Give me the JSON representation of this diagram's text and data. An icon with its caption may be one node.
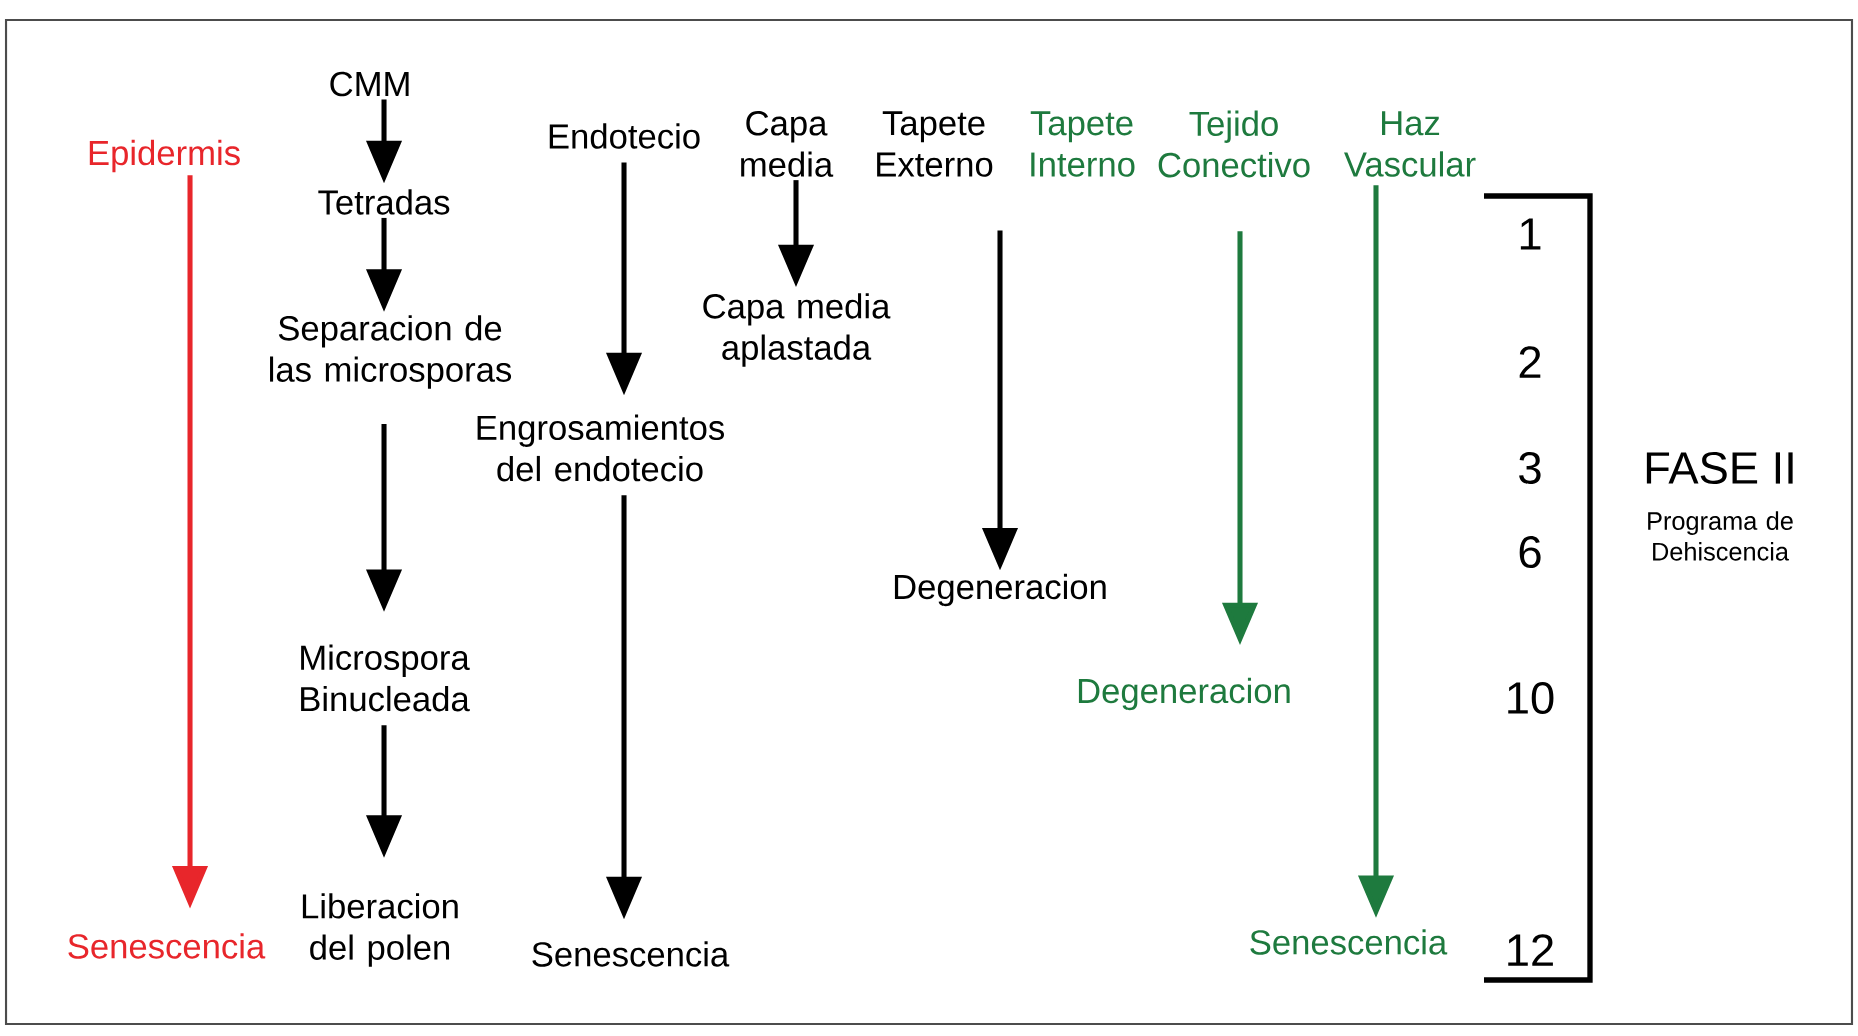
{
  "diagram": {
    "nodes": [
      {
        "text": [
          "Epidermis"
        ]
      },
      {
        "text": [
          "Senescencia"
        ]
      },
      {
        "text": [
          "CMM"
        ]
      },
      {
        "text": [
          "Tetradas"
        ]
      },
      {
        "text": [
          "Separacion de las microsporas"
        ]
      },
      {
        "text": [
          "Microspora Binucleada"
        ]
      },
      {
        "text": [
          "Liberacion del polen"
        ]
      },
      {
        "text": [
          "Endotecio"
        ]
      },
      {
        "text": [
          "Engrosamientos del endotecio"
        ]
      },
      {
        "text": [
          "Senescencia"
        ]
      },
      {
        "text": [
          "Capa media"
        ]
      },
      {
        "text": [
          "Capa media aplastada"
        ]
      },
      {
        "text": [
          "Tapete Externo"
        ]
      },
      {
        "text": [
          "Tapete Interno"
        ]
      },
      {
        "text": [
          "Degeneracion"
        ]
      },
      {
        "text": [
          "Tejido Conectivo"
        ]
      },
      {
        "text": [
          "Degeneracion"
        ]
      },
      {
        "text": [
          "Haz Vascular"
        ]
      },
      {
        "text": [
          "Senescencia"
        ]
      }
    ],
    "edges": [
      {
        "from": 0,
        "to": 1,
        "arrow": "to",
        "color": "#e8262b"
      },
      {
        "from": 2,
        "to": 3,
        "arrow": "to"
      },
      {
        "from": 3,
        "to": 4,
        "arrow": "to"
      },
      {
        "from": 4,
        "to": 5,
        "arrow": "to"
      },
      {
        "from": 5,
        "to": 6,
        "arrow": "to"
      },
      {
        "from": 7,
        "to": 8,
        "arrow": "to"
      },
      {
        "from": 8,
        "to": 9,
        "arrow": "to"
      },
      {
        "from": 10,
        "to": 11,
        "arrow": "to"
      },
      {
        "from": 12,
        "to": 14,
        "arrow": "to"
      },
      {
        "from": 15,
        "to": 16,
        "arrow": "to",
        "color": "#1e7a3e"
      },
      {
        "from": 17,
        "to": 18,
        "arrow": "to",
        "color": "#1e7a3e"
      }
    ],
    "labels": [
      "1",
      "2",
      "3",
      "6",
      "10",
      "12",
      "FASE II",
      "Programa de Dehiscencia"
    ]
  }
}
